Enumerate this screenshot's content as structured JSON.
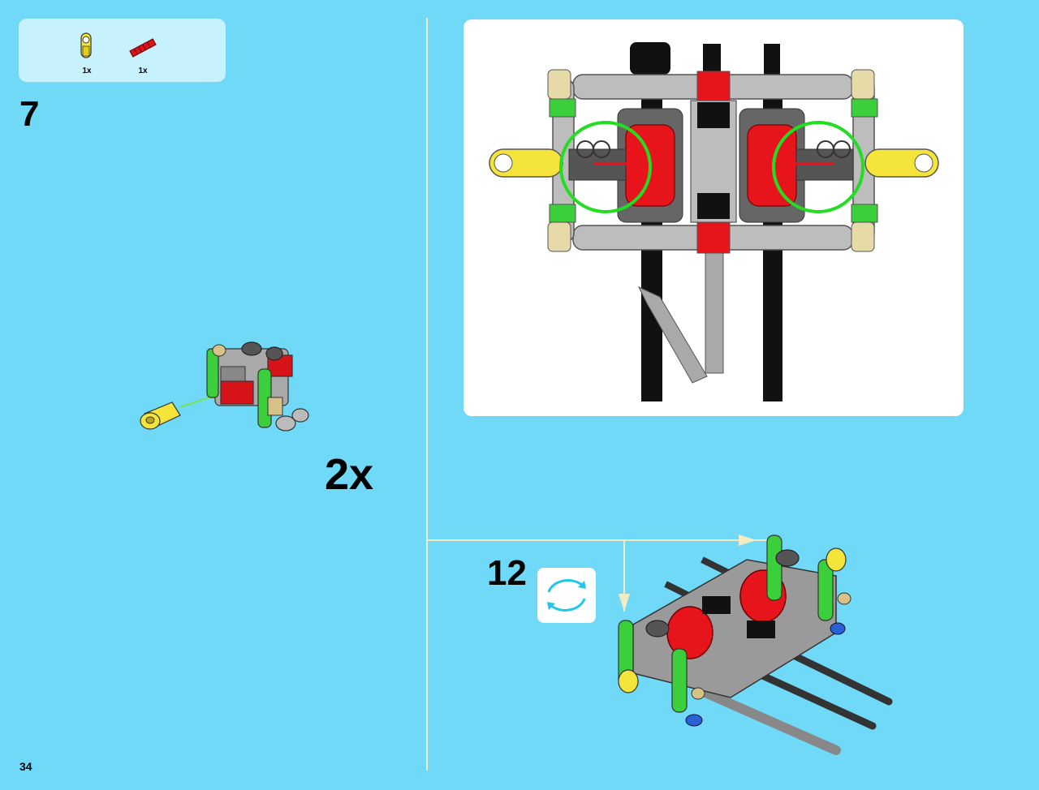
{
  "parts_list": {
    "items": [
      {
        "icon": "yellow-connector-icon",
        "qty": "1x"
      },
      {
        "icon": "red-axle-icon",
        "qty": "1x"
      }
    ]
  },
  "step": {
    "number": "7",
    "multiplier": "2x"
  },
  "callout": {
    "step_number": "12",
    "rotate_icon": "rotate-model-icon"
  },
  "page": {
    "number": "34"
  },
  "colors": {
    "background": "#6fd9f7",
    "parts_box": "#c7f1fc",
    "panel": "#ffffff",
    "guide_line": "#f3ecc2",
    "highlight_circle": "#22dd22"
  }
}
